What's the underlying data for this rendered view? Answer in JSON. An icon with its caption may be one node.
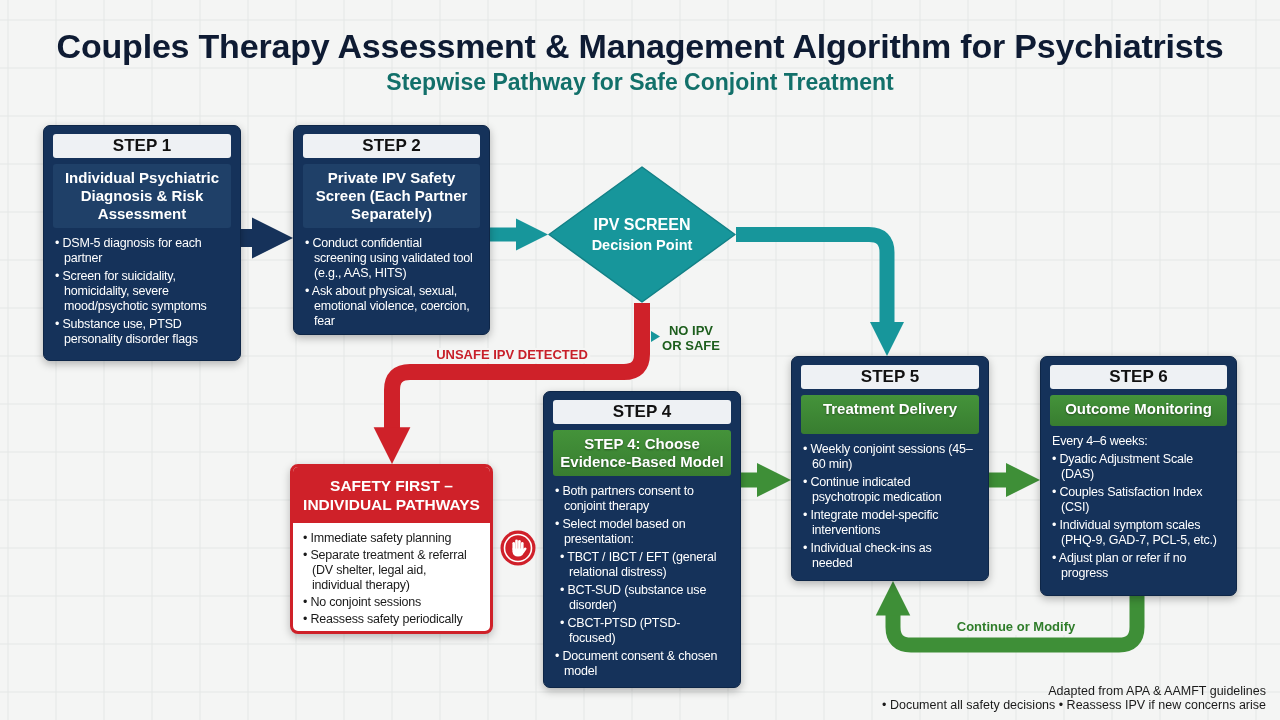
{
  "diagram": {
    "title": "Couples Therapy Assessment & Management Algorithm for Psychiatrists",
    "nodes": [
      {
        "text": [
          "STEP 1",
          "Individual Psychiatric Diagnosis & Risk Assessment",
          "• DSM-5 diagnosis for each partner",
          "• Screen for suicidality, homicidality, severe mood/psychotic symptoms",
          "• Substance use, PTSD personality disorder flags"
        ]
      },
      {
        "text": [
          "STEP 2",
          "Private IPV Safety Screen (Each Partner Separately)",
          "• Conduct confidential screening using validated tool (e.g., AAS, HITS)",
          "• Ask about physical, sexual, emotional violence, coercion, fear"
        ]
      },
      {
        "text": [
          "IPV SCREEN",
          "Decision Point"
        ]
      },
      {
        "text": [
          "SAFETY FIRST – INDIVIDUAL PATHWAYS",
          "• Immediate safety planning",
          "• Separate treatment & referral (DV shelter, legal aid, individual therapy)",
          "• No conjoint sessions",
          "• Reassess safety periodically"
        ]
      },
      {
        "text": [
          "STEP 4",
          "STEP 4: Choose Evidence-Based Model",
          "• Both partners consent to conjoint therapy",
          "• Select model based on presentation:",
          "• TBCT / IBCT / EFT (general relational distress)",
          "• BCT-SUD (substance use disorder)",
          "• CBCT-PTSD (PTSD-focused)",
          "• Document consent & chosen model"
        ]
      },
      {
        "text": [
          "STEP 5",
          "Treatment Delivery",
          "• Weekly conjoint sessions (45–60 min)",
          "• Continue indicated psychotropic medication",
          "• Integrate model-specific interventions",
          "• Individual check-ins as needed"
        ]
      },
      {
        "text": [
          "STEP 6",
          "Outcome Monitoring",
          "Every 4–6 weeks:",
          "• Dyadic Adjustment Scale (DAS)",
          "• Couples Satisfaction Index (CSI)",
          "• Individual symptom scales (PHQ-9, GAD-7, PCL-5, etc.)",
          "• Adjust plan or refer if no progress"
        ]
      }
    ],
    "edges": [
      {
        "from": 0,
        "to": 1,
        "arrow": "to",
        "color": "#16325a"
      },
      {
        "from": 1,
        "to": 2,
        "arrow": "to",
        "color": "#17969b"
      },
      {
        "from": 2,
        "to": 5,
        "arrow": "to",
        "color": "#17969b"
      },
      {
        "from": 2,
        "to": 3,
        "arrow": "to",
        "color": "#cf2129",
        "label": "UNSAFE IPV DETECTED"
      },
      {
        "from": 4,
        "to": 5,
        "arrow": "to"
      },
      {
        "from": 5,
        "to": 6,
        "arrow": "to"
      },
      {
        "from": 6,
        "to": 5,
        "arrow": "to",
        "label": "Continue or Modify"
      }
    ],
    "labels": [
      "Stepwise Pathway for Safe Conjoint Treatment",
      "NO IPV OR SAFE",
      "Adapted from APA & AAMFT guidelines",
      "• Document all safety decisions • Reassess IPV if new concerns arise"
    ]
  }
}
